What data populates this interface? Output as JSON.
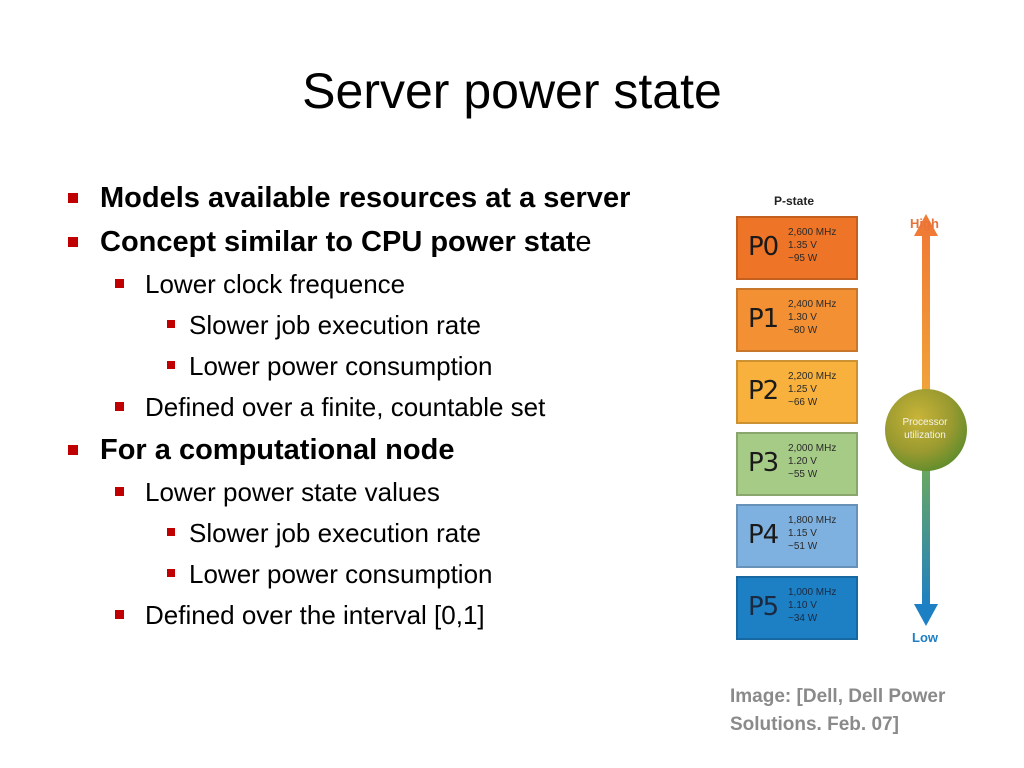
{
  "slide": {
    "title": "Server power state",
    "bullets": {
      "b1": "Models available resources at a server",
      "b2_main": "Concept similar to CPU power stat",
      "b2_tail": "e",
      "b2_1": "Lower clock frequence",
      "b2_1_1": "Slower job execution rate",
      "b2_1_2": "Lower power consumption",
      "b2_2": "Defined over a finite, countable set",
      "b3": "For a computational node",
      "b3_1": "Lower power state values",
      "b3_1_1": "Slower job execution rate",
      "b3_1_2": "Lower power consumption",
      "b3_2": "Defined over the interval [0,1]"
    },
    "caption_line1": "Image: [Dell, Dell Power",
    "caption_line2": "Solutions. Feb. 07]"
  },
  "figure": {
    "header": "P-state",
    "states": [
      {
        "name": "P0",
        "freq": "2,600 MHz",
        "volt": "1.35 V",
        "power": "~95 W",
        "color": "#ee7427"
      },
      {
        "name": "P1",
        "freq": "2,400 MHz",
        "volt": "1.30 V",
        "power": "~80 W",
        "color": "#f39034"
      },
      {
        "name": "P2",
        "freq": "2,200 MHz",
        "volt": "1.25 V",
        "power": "~66 W",
        "color": "#f9b13d"
      },
      {
        "name": "P3",
        "freq": "2,000 MHz",
        "volt": "1.20 V",
        "power": "~55 W",
        "color": "#a6cb87"
      },
      {
        "name": "P4",
        "freq": "1,800 MHz",
        "volt": "1.15 V",
        "power": "~51 W",
        "color": "#7fb1e0"
      },
      {
        "name": "P5",
        "freq": "1,000 MHz",
        "volt": "1.10 V",
        "power": "~34 W",
        "color": "#1d7fc4"
      }
    ],
    "high_label": "High",
    "low_label": "Low",
    "processor_label_1": "Processor",
    "processor_label_2": "utilization",
    "accent_high": "#e8733a",
    "accent_low": "#1d7fc4"
  },
  "bullet_color": "#c00000"
}
